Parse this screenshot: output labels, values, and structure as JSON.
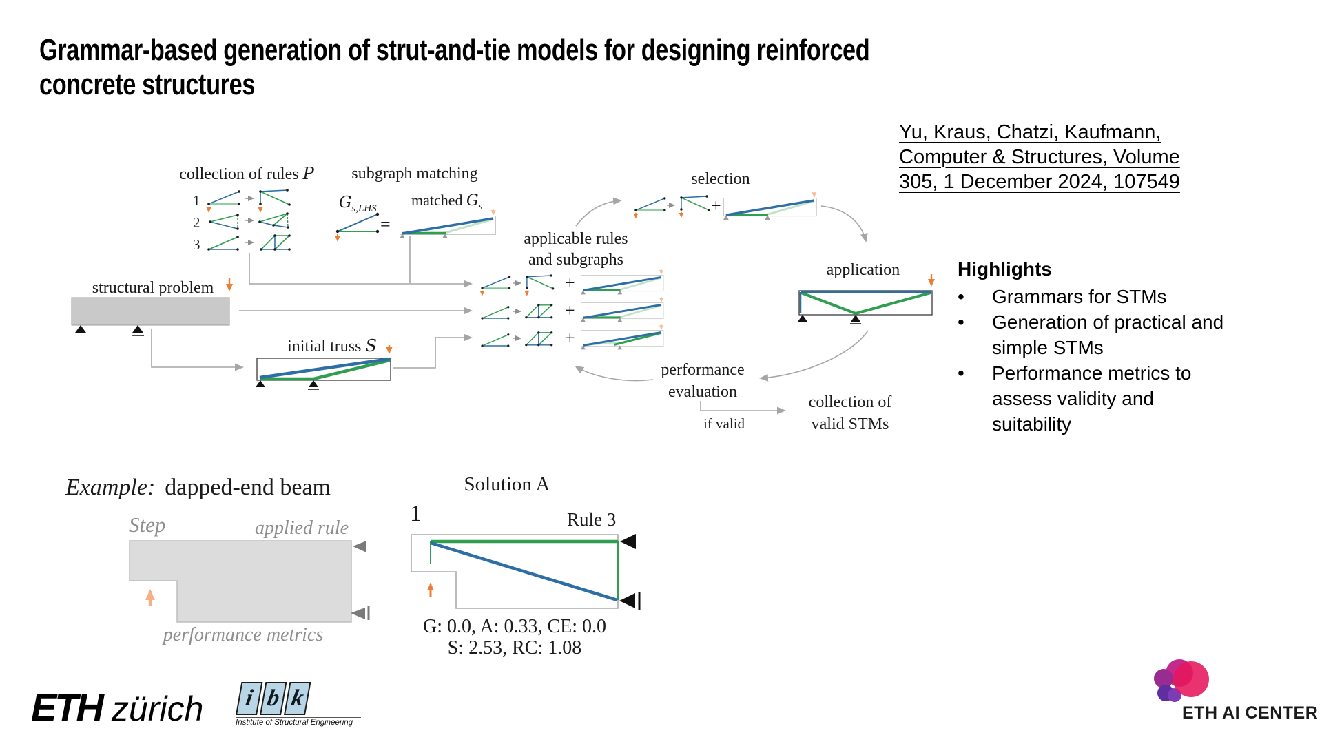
{
  "slide": {
    "title": "Grammar-based generation of strut-and-tie models for designing reinforced\nconcrete structures",
    "citation": "Yu, Kraus, Chatzi, Kaufmann,\nComputer & Structures, Volume\n305, 1 December 2024, 107549"
  },
  "highlights": {
    "heading": "Highlights",
    "items": [
      "Grammars for STMs",
      "Generation of practical and\nsimple STMs",
      "Performance metrics to\nassess validity and\nsuitability"
    ]
  },
  "diagram": {
    "collection_of_rules": "collection of rules",
    "script_P": "P",
    "rule_numbers": [
      "1",
      "2",
      "3"
    ],
    "subgraph_matching": "subgraph matching",
    "gs_main": "G",
    "gs_sub": "s,LHS",
    "matched_prefix": "matched",
    "matched_G": "G",
    "matched_sub": "s",
    "equals": "=",
    "plus": "+",
    "applicable_rules": "applicable rules\nand subgraphs",
    "structural_problem": "structural problem",
    "initial_truss": "initial truss",
    "script_S": "S",
    "selection": "selection",
    "application": "application",
    "performance_evaluation": "performance\nevaluation",
    "if_valid": "if valid",
    "collection_of_valid_stms": "collection of\nvalid STMs"
  },
  "example": {
    "prefix": "Example:",
    "name": "dapped-end beam",
    "step_label": "Step",
    "applied_rule_label": "applied rule",
    "performance_metrics_label": "performance metrics",
    "solution_title": "Solution A",
    "step_number": "1",
    "rule_label": "Rule 3",
    "metrics": "G: 0.0, A: 0.33, CE: 0.0\nS: 2.53, RC: 1.08"
  },
  "footer": {
    "eth": "ETH",
    "zurich": "zürich",
    "ibk_letters": [
      "i",
      "b",
      "k"
    ],
    "ibk_subtitle": "Institute of Structural Engineering",
    "ai_center": "ETH AI CENTER"
  },
  "colors": {
    "strut_blue": "#2d6ea5",
    "tie_green": "#2f9e4f",
    "light_green": "#bfe3c8",
    "load_orange": "#e87f35",
    "step_orange": "#f5b183",
    "connector_gray": "#a6a6a6",
    "beam_gray": "#c9c9c9",
    "ai_pink": "#e5175c",
    "ai_magenta": "#c32a8e",
    "ai_purple": "#982c90",
    "ai_violet": "#5f2ea0"
  }
}
